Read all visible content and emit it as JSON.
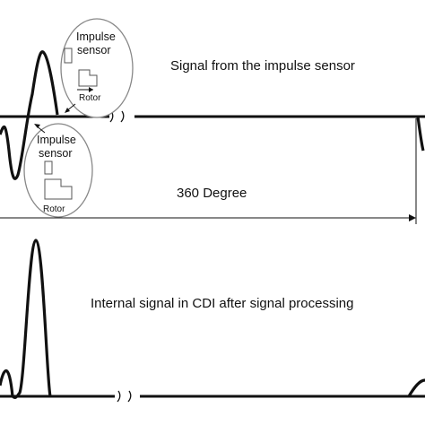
{
  "top_panel": {
    "caption": "Signal from the impulse sensor",
    "sensor_upper": {
      "line1": "Impulse",
      "line2": "sensor",
      "rotor": "Rotor"
    },
    "sensor_lower": {
      "line1": "Impulse",
      "line2": "sensor",
      "rotor": "Rotor"
    }
  },
  "span_label": "360 Degree",
  "bottom_panel": {
    "caption": "Internal signal in CDI after signal processing"
  },
  "colors": {
    "stroke": "#111111",
    "ellipse": "#888888"
  }
}
